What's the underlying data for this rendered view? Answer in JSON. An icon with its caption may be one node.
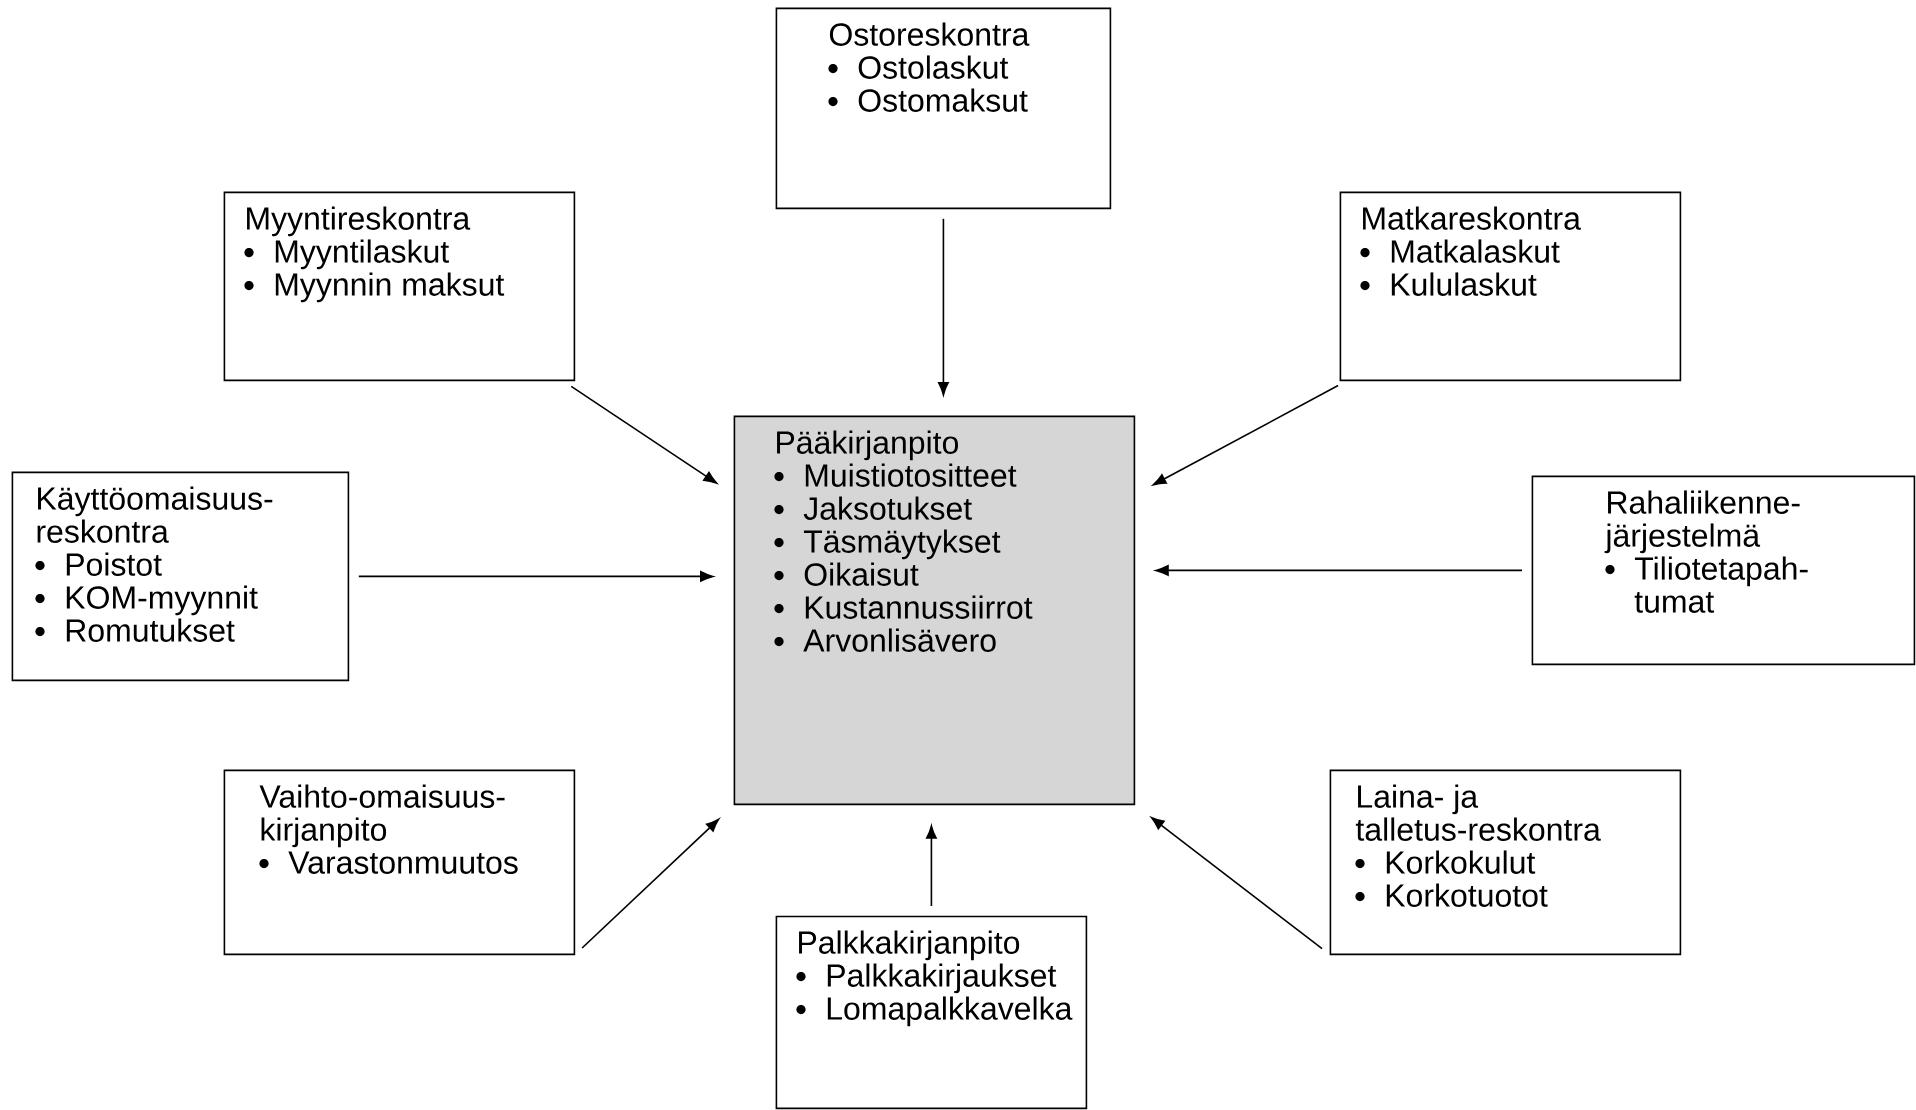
{
  "diagram": {
    "nodes": [
      {
        "text": [
          "Ostoreskontra",
          "Ostolaskut",
          "Ostomaksut"
        ]
      },
      {
        "text": [
          "Myyntireskontra",
          "Myyntilaskut",
          "Myynnin maksut"
        ]
      },
      {
        "text": [
          "Matkareskontra",
          "Matkalaskut",
          "Kululaskut"
        ]
      },
      {
        "text": [
          "Käyttöomaisuus-reskontra",
          "Poistot",
          "KOM-myynnit",
          "Romutukset"
        ]
      },
      {
        "text": [
          "Pääkirjanpito",
          "Muistiotositteet",
          "Jaksotukset",
          "Täsmäytykset",
          "Oikaisut",
          "Kustannussiirrot",
          "Arvonlisävero"
        ]
      },
      {
        "text": [
          "Rahaliikenne-järjestelmä",
          "Tiliotetapah-tumat"
        ]
      },
      {
        "text": [
          "Vaihto-omaisuus-kirjanpito",
          "Varastonmuutos"
        ]
      },
      {
        "text": [
          "Laina- ja talletus-reskontra",
          "Korkokulut",
          "Korkotuotot"
        ]
      },
      {
        "text": [
          "Palkkakirjanpito",
          "Palkkakirjaukset",
          "Lomapalkkavelka"
        ]
      }
    ],
    "edges": [
      {
        "from": 0,
        "to": 4,
        "arrow": "to"
      },
      {
        "from": 1,
        "to": 4,
        "arrow": "to"
      },
      {
        "from": 2,
        "to": 4,
        "arrow": "to"
      },
      {
        "from": 3,
        "to": 4,
        "arrow": "to"
      },
      {
        "from": 5,
        "to": 4,
        "arrow": "to"
      },
      {
        "from": 6,
        "to": 4,
        "arrow": "to"
      },
      {
        "from": 7,
        "to": 4,
        "arrow": "to"
      },
      {
        "from": 8,
        "to": 4,
        "arrow": "to"
      }
    ]
  }
}
